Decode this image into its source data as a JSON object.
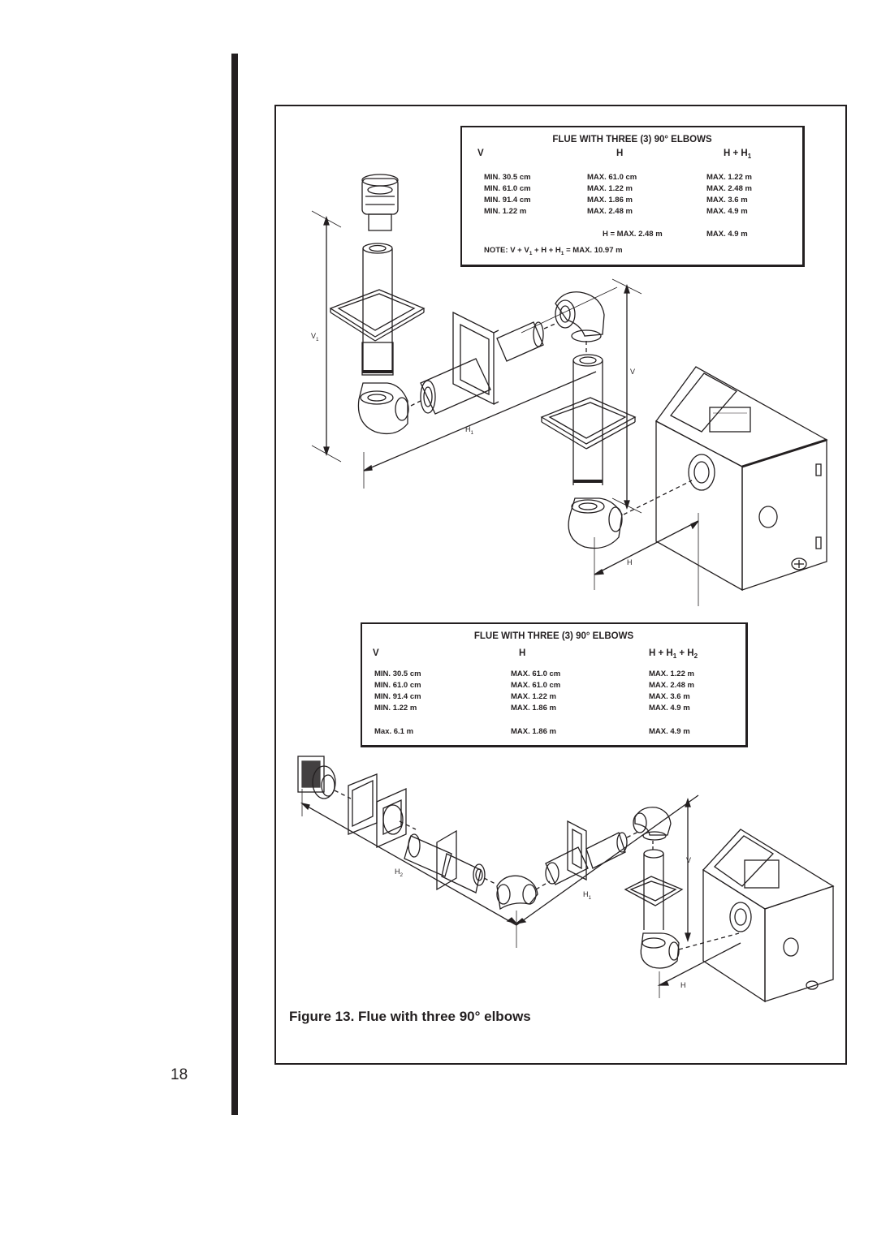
{
  "page_number": "18",
  "figure": {
    "caption": "Figure 13. Flue with three 90° elbows"
  },
  "table_top": {
    "title": "FLUE WITH THREE (3) 90° ELBOWS",
    "headers": {
      "v": "V",
      "h": "H",
      "h_plus": "H + H",
      "h_plus_sub": "1"
    },
    "rows": [
      [
        "MIN. 30.5 cm",
        "MAX.  61.0 cm",
        "MAX.  1.22 m"
      ],
      [
        "MIN. 61.0 cm",
        "MAX.  1.22 m",
        "MAX.  2.48 m"
      ],
      [
        "MIN. 91.4 cm",
        "MAX.  1.86 m",
        "MAX.  3.6 m"
      ],
      [
        "MIN. 1.22 m",
        "MAX.  2.48 m",
        "MAX.  4.9 m"
      ]
    ],
    "summary": {
      "h": "H = MAX. 2.48 m",
      "total": "MAX.  4.9 m"
    },
    "note": {
      "p1": "NOTE: V + V",
      "s1": "1",
      "p2": " + H + H",
      "s2": "1",
      "p3": " =  MAX. 10.97 m"
    }
  },
  "table_bottom": {
    "title": "FLUE WITH THREE (3) 90° ELBOWS",
    "headers": {
      "v": "V",
      "h": "H",
      "h_plus": "H + H",
      "sub1": "1",
      "mid": " + H",
      "sub2": "2"
    },
    "rows": [
      [
        "MIN. 30.5 cm",
        "MAX.  61.0 cm",
        "MAX.  1.22 m"
      ],
      [
        "MIN. 61.0 cm",
        "MAX.  61.0 cm",
        "MAX.  2.48 m"
      ],
      [
        "MIN. 91.4 cm",
        "MAX.  1.22 m",
        "MAX.  3.6 m"
      ],
      [
        "MIN. 1.22 m",
        "MAX.  1.86 m",
        "MAX.  4.9 m"
      ]
    ],
    "summary": [
      "Max. 6.1 m",
      "MAX. 1.86 m",
      "MAX.  4.9 m"
    ]
  },
  "dimension_labels": {
    "v1": "V",
    "v1_sub": "1",
    "h1": "H",
    "h1_sub": "1",
    "v": "V",
    "h": "H",
    "v_b": "V",
    "h_b": "H",
    "h1_b": "H",
    "h1_b_sub": "1",
    "h2_b": "H",
    "h2_b_sub": "2"
  }
}
